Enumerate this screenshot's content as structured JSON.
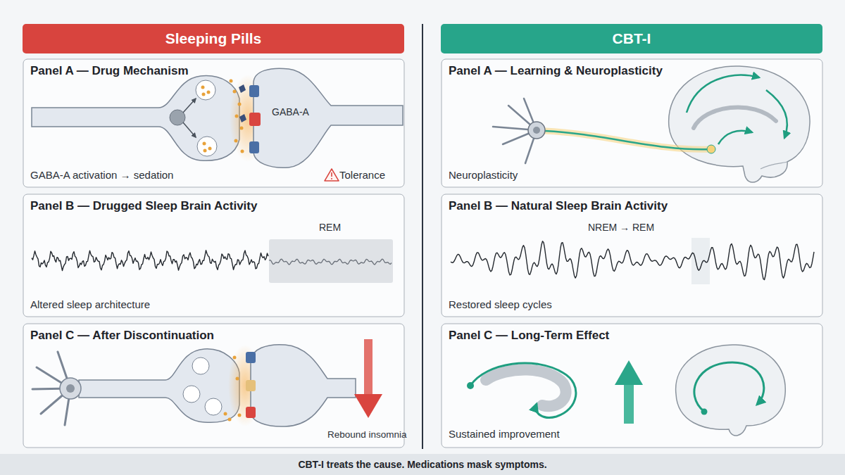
{
  "diagram": {
    "caption": "CBT-I treats the cause. Medications mask symptoms.",
    "nodes": [
      {
        "text": [
          "Sleeping Pills"
        ]
      },
      {
        "text": [
          "Panel A — Drug Mechanism",
          "GABA-A",
          "GABA-A activation → sedation",
          "Tolerance"
        ]
      },
      {
        "text": [
          "Panel B — Drugged Sleep Brain Activity",
          "REM",
          "Altered sleep architecture"
        ]
      },
      {
        "text": [
          "Panel C — After Discontinuation",
          "Rebound insomnia"
        ]
      },
      {
        "text": [
          "CBT-I"
        ]
      },
      {
        "text": [
          "Panel A — Learning & Neuroplasticity",
          "Neuroplasticity"
        ]
      },
      {
        "text": [
          "Panel B — Natural Sleep Brain Activity",
          "NREM → REM",
          "Restored sleep cycles"
        ]
      },
      {
        "text": [
          "Panel C — Long-Term Effect",
          "Sustained improvement"
        ]
      }
    ]
  }
}
